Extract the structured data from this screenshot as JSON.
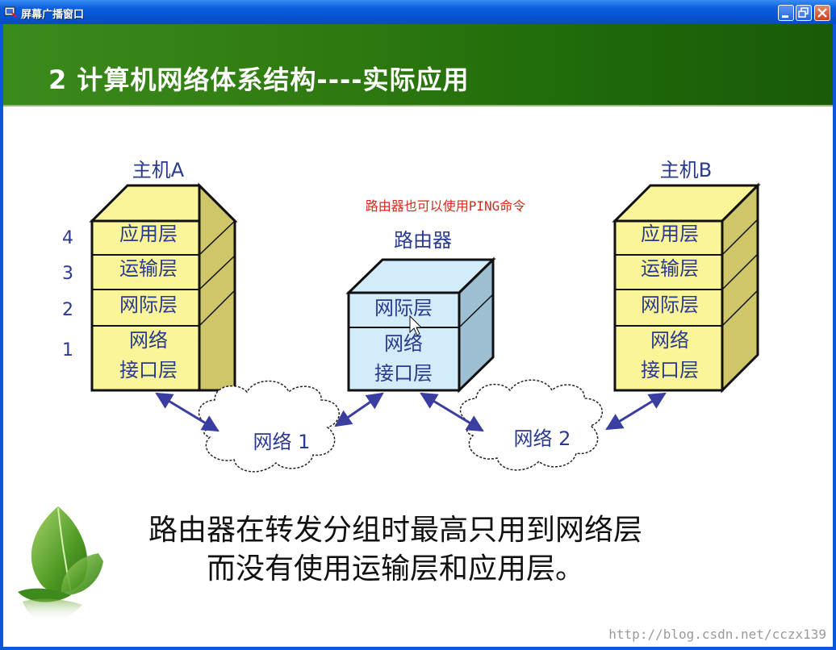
{
  "window": {
    "title": "屏幕广播窗口"
  },
  "slide": {
    "title": "2  计算机网络体系结构----实际应用",
    "note": "路由器也可以使用PING命令",
    "caption_line1": "路由器在转发分组时最高只用到网络层",
    "caption_line2": "而没有使用运输层和应用层。",
    "watermark": "http://blog.csdn.net/cczx139"
  },
  "host_a": {
    "label": "主机A",
    "layers": [
      {
        "num": "4",
        "text": "应用层"
      },
      {
        "num": "3",
        "text": "运输层"
      },
      {
        "num": "2",
        "text": "网际层"
      },
      {
        "num": "1",
        "text": "网络",
        "text2": "接口层"
      }
    ]
  },
  "router": {
    "label": "路由器",
    "layers": [
      {
        "text": "网际层"
      },
      {
        "text": "网络",
        "text2": "接口层"
      }
    ]
  },
  "host_b": {
    "label": "主机B",
    "layers": [
      {
        "text": "应用层"
      },
      {
        "text": "运输层"
      },
      {
        "text": "网际层"
      },
      {
        "text": "网络",
        "text2": "接口层"
      }
    ]
  },
  "clouds": [
    {
      "label": "网络 1"
    },
    {
      "label": "网络 2"
    }
  ],
  "colors": {
    "host_front": "#fbf59a",
    "host_side": "#cfc66a",
    "router_front": "#d2ecfa",
    "router_side": "#9ebfd2",
    "label_blue": "#2a3a8e",
    "note_red": "#d42a1a",
    "arrow": "#3a3ea0"
  }
}
